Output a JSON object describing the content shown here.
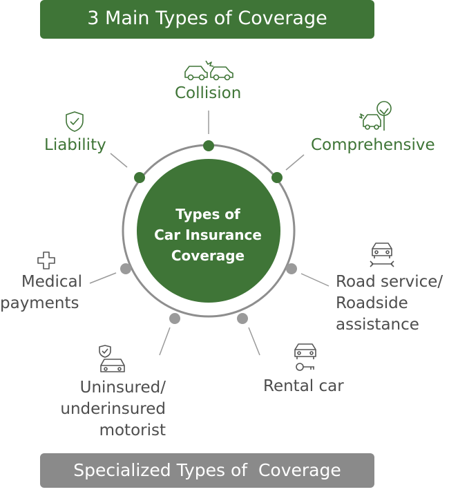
{
  "banner_top": "3 Main Types of Coverage",
  "banner_bottom": "Specialized Types of  Coverage",
  "center": {
    "line1": "Types of",
    "line2": "Car Insurance",
    "line3": "Coverage"
  },
  "coverages": {
    "collision": "Collision",
    "liability": "Liability",
    "comprehensive": "Comprehensive",
    "medical_1": "Medical",
    "medical_2": "payments",
    "road_1": "Road service/",
    "road_2": "Roadside",
    "road_3": "assistance",
    "uninsured_1": "Uninsured/",
    "uninsured_2": "underinsured",
    "uninsured_3": "motorist",
    "rental": "Rental car"
  },
  "icons": {
    "collision": "car-collision-icon",
    "liability": "shield-check-icon",
    "comprehensive": "car-tree-icon",
    "medical": "medical-cross-icon",
    "road": "car-wrench-icon",
    "uninsured": "car-shield-icon",
    "rental": "car-key-icon"
  },
  "colors": {
    "main_green": "#3f7537",
    "specialized_grey": "#8a8a8a",
    "text_grey": "#4d4d4d",
    "dot_grey": "#9a9a9a"
  }
}
